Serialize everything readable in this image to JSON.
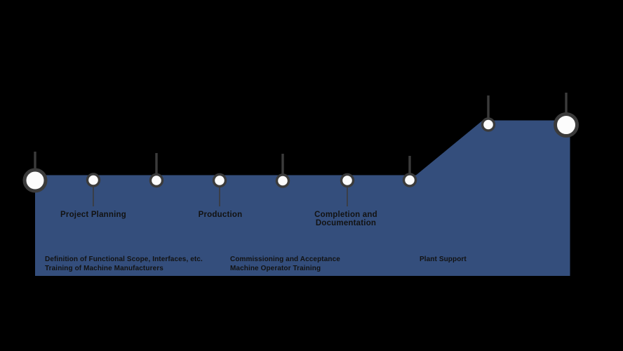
{
  "diagram": {
    "type": "project-phase-timeline",
    "colors": {
      "background": "#000000",
      "area_fill": "#344E7C",
      "milestone_ring": "#3B3B3B",
      "milestone_fill": "#FCFCFC",
      "text": "#121212"
    },
    "icons": {
      "milestone_dot": "circle"
    },
    "milestone_count": 9
  },
  "labels": {
    "project_planning": "Project Planning",
    "production": "Production",
    "completion_documentation": "Completion and\nDocumentation",
    "note_definition_training": "Definition of Functional Scope, Interfaces, etc.\nTraining of Machine Manufacturers",
    "note_commissioning_training": "Commissioning and Acceptance\nMachine Operator Training",
    "note_plant_support": "Plant Support"
  }
}
